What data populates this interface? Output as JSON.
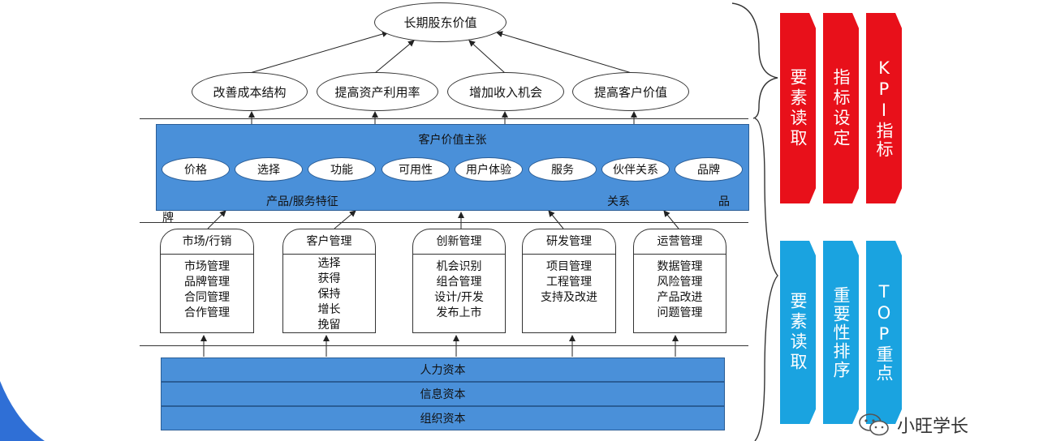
{
  "top_goal": "长期股东价值",
  "strategies": [
    "改善成本结构",
    "提高资产利用率",
    "增加收入机会",
    "提高客户价值"
  ],
  "value_prop": {
    "title": "客户价值主张",
    "items": [
      "价格",
      "选择",
      "功能",
      "可用性",
      "用户体验",
      "服务",
      "伙伴关系",
      "品牌"
    ],
    "label_product": "产品/服务特征",
    "label_relation": "关系",
    "label_brand_a": "品",
    "label_brand_b": "牌"
  },
  "departments": [
    {
      "title": "市场/行销",
      "items": [
        "市场管理",
        "品牌管理",
        "合同管理",
        "合作管理"
      ]
    },
    {
      "title": "客户管理",
      "items": [
        "选择",
        "获得",
        "保持",
        "增长",
        "挽留"
      ]
    },
    {
      "title": "创新管理",
      "items": [
        "机会识别",
        "组合管理",
        "设计/开发",
        "发布上市"
      ]
    },
    {
      "title": "研发管理",
      "items": [
        "项目管理",
        "工程管理",
        "支持及改进"
      ]
    },
    {
      "title": "运营管理",
      "items": [
        "数据管理",
        "风险管理",
        "产品改进",
        "问题管理"
      ]
    }
  ],
  "capitals": [
    "人力资本",
    "信息资本",
    "组织资本"
  ],
  "right_top": [
    {
      "text": "要素读取"
    },
    {
      "text": "指标设定"
    },
    {
      "text": "KPI指标"
    }
  ],
  "right_bottom": [
    {
      "text": "要素读取"
    },
    {
      "text": "重要性排序"
    },
    {
      "text": "TOP重点"
    }
  ],
  "colors": {
    "value_blue": "#4a90d9",
    "red": "#e8101a",
    "cyan": "#1aa3e0"
  },
  "watermark": "小旺学长"
}
